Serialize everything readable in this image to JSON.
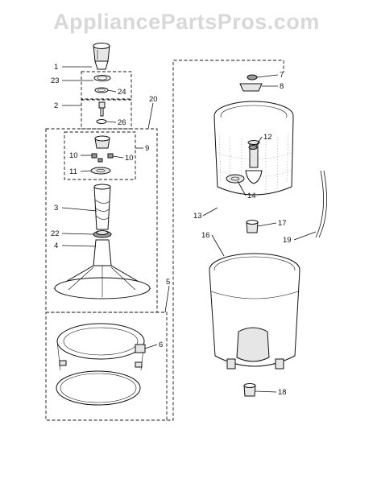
{
  "watermark": "AppliancePartsPros.com",
  "labels": {
    "l1": "1",
    "l23": "23",
    "l24": "24",
    "l2": "2",
    "l26": "26",
    "l20": "20",
    "l9": "9",
    "l10a": "10",
    "l10b": "10",
    "l11": "11",
    "l3": "3",
    "l22": "22",
    "l4": "4",
    "l5": "5",
    "l6": "6",
    "l7": "7",
    "l8": "8",
    "l12": "12",
    "l14": "14",
    "l13": "13",
    "l17": "17",
    "l16": "16",
    "l19": "19",
    "l18": "18"
  }
}
